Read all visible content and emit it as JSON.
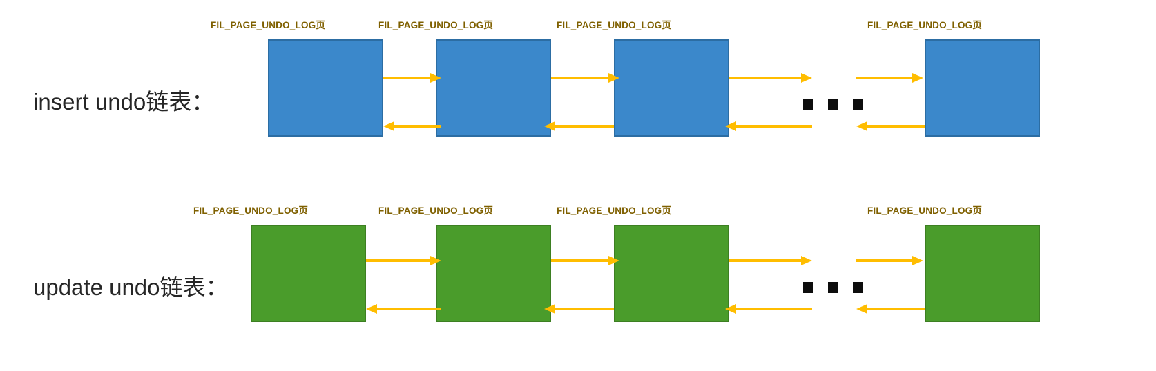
{
  "diagram": {
    "title": "undo log linked lists",
    "background": "#ffffff",
    "page_caption": "FIL_PAGE_UNDO_LOG页",
    "colors": {
      "caption_text": "#7f6000",
      "row_label_text": "#262626",
      "arrow": "#ffbd00",
      "insert_fill": "#3b88cb",
      "insert_stroke": "#2c6da3",
      "update_fill": "#4a9c2b",
      "update_stroke": "#3d7f22",
      "dot": "#0d0d0d"
    },
    "rows": [
      {
        "id": "insert-undo-chain",
        "label": "insert undo链表：",
        "color_key": "insert",
        "nodes": [
          {
            "caption": "FIL_PAGE_UNDO_LOG页"
          },
          {
            "caption": "FIL_PAGE_UNDO_LOG页"
          },
          {
            "caption": "FIL_PAGE_UNDO_LOG页"
          },
          {
            "caption": "FIL_PAGE_UNDO_LOG页"
          }
        ],
        "ellipsis": "■ ■ ■",
        "dot_count": 3
      },
      {
        "id": "update-undo-chain",
        "label": "update undo链表：",
        "color_key": "update",
        "nodes": [
          {
            "caption": "FIL_PAGE_UNDO_LOG页"
          },
          {
            "caption": "FIL_PAGE_UNDO_LOG页"
          },
          {
            "caption": "FIL_PAGE_UNDO_LOG页"
          },
          {
            "caption": "FIL_PAGE_UNDO_LOG页"
          }
        ],
        "ellipsis": "■ ■ ■",
        "dot_count": 3
      }
    ]
  }
}
